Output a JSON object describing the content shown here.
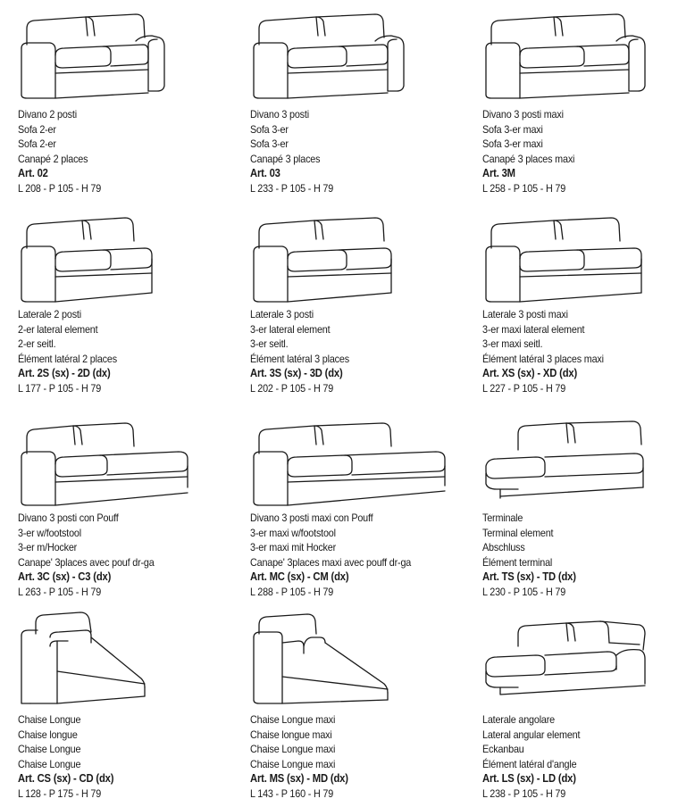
{
  "products": [
    {
      "lines": [
        "Divano 2 posti",
        "Sofa 2-er",
        "Sofa 2-er",
        "Canapé 2 places"
      ],
      "art": "Art. 02",
      "dims": "L 208 - P 105 - H 79",
      "icon": "sofa-2-seat-icon"
    },
    {
      "lines": [
        "Divano 3 posti",
        "Sofa 3-er",
        "Sofa 3-er",
        "Canapé 3 places"
      ],
      "art": "Art. 03",
      "dims": "L 233 - P 105 - H 79",
      "icon": "sofa-3-seat-icon"
    },
    {
      "lines": [
        "Divano 3 posti maxi",
        "Sofa 3-er maxi",
        "Sofa 3-er maxi",
        "Canapé 3 places maxi"
      ],
      "art": "Art. 3M",
      "dims": "L 258 - P 105 - H 79",
      "icon": "sofa-3-seat-maxi-icon"
    },
    {
      "lines": [
        "Laterale 2 posti",
        "2-er lateral element",
        "2-er seitl.",
        "Élément latéral 2 places"
      ],
      "art": "Art. 2S (sx) - 2D (dx)",
      "dims": "L 177 - P 105 - H 79",
      "icon": "lateral-2-seat-icon"
    },
    {
      "lines": [
        "Laterale 3 posti",
        "3-er lateral element",
        "3-er seitl.",
        "Élément latéral 3 places"
      ],
      "art": "Art. 3S (sx) - 3D (dx)",
      "dims": "L 202 - P 105 - H 79",
      "icon": "lateral-3-seat-icon"
    },
    {
      "lines": [
        "Laterale 3 posti maxi",
        "3-er maxi lateral element",
        "3-er maxi seitl.",
        "Élément latéral 3 places maxi"
      ],
      "art": "Art. XS (sx) - XD (dx)",
      "dims": "L 227 - P 105 - H 79",
      "icon": "lateral-3-seat-maxi-icon"
    },
    {
      "lines": [
        "Divano 3 posti con Pouff",
        "3-er w/footstool",
        "3-er m/Hocker",
        "Canape' 3places avec pouf dr-ga"
      ],
      "art": "Art. 3C (sx) - C3 (dx)",
      "dims": "L 263 - P 105 - H 79",
      "icon": "sofa-3-seat-pouff-icon"
    },
    {
      "lines": [
        "Divano 3 posti maxi con Pouff",
        "3-er maxi w/footstool",
        "3-er maxi mit Hocker",
        "Canape' 3places maxi avec pouff dr-ga"
      ],
      "art": "Art. MC (sx) - CM (dx)",
      "dims": "L 288 - P 105 - H 79",
      "icon": "sofa-3-seat-maxi-pouff-icon"
    },
    {
      "lines": [
        "Terminale",
        "Terminal element",
        "Abschluss",
        "Élément terminal"
      ],
      "art": "Art. TS (sx) - TD (dx)",
      "dims": "L 230 - P 105 - H 79",
      "icon": "terminal-element-icon"
    },
    {
      "lines": [
        "Chaise Longue",
        "Chaise longue",
        "Chaise Longue",
        "Chaise Longue"
      ],
      "art": "Art. CS (sx) - CD (dx)",
      "dims": "L 128 - P 175 - H 79",
      "icon": "chaise-longue-icon"
    },
    {
      "lines": [
        "Chaise Longue maxi",
        "Chaise longue maxi",
        "Chaise Longue maxi",
        "Chaise Longue maxi"
      ],
      "art": "Art. MS (sx) - MD (dx)",
      "dims": "L 143 - P 160 - H 79",
      "icon": "chaise-longue-maxi-icon"
    },
    {
      "lines": [
        "Laterale angolare",
        "Lateral angular element",
        "Eckanbau",
        "Élément latéral d'angle"
      ],
      "art": "Art. LS (sx) - LD (dx)",
      "dims": "L 238 - P 105 - H 79",
      "icon": "corner-lateral-icon"
    }
  ]
}
